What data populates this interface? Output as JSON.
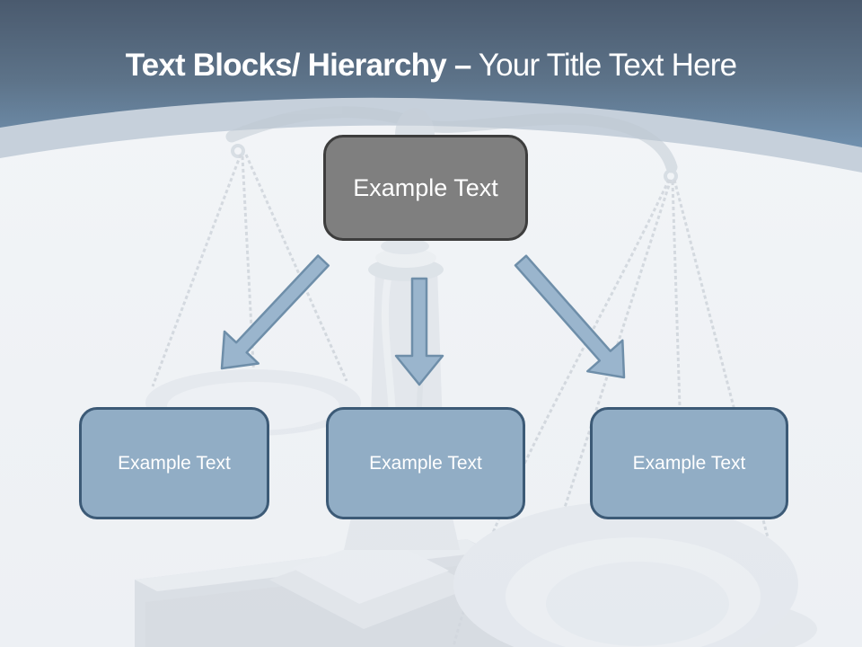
{
  "slide": {
    "title": {
      "bold": "Text Blocks/ Hierarchy –",
      "regular": "Your Title Text Here"
    },
    "diagram": {
      "root": {
        "label": "Example Text"
      },
      "children": [
        {
          "label": "Example Text"
        },
        {
          "label": "Example Text"
        },
        {
          "label": "Example Text"
        }
      ]
    },
    "watermark": "scales-of-justice-background",
    "colors": {
      "header_top": "#4b5b6f",
      "header_bottom": "#7090ae",
      "curve_band": "#c6d0db",
      "body_background": "#f1f3f6",
      "root_fill": "#7f7f7f",
      "root_border": "#3d3d3d",
      "child_fill": "#91adc5",
      "child_border": "#3c5a76",
      "arrow_fill": "#9ab5cd",
      "arrow_border": "#6e8ea9",
      "title_text": "#ffffff"
    }
  }
}
